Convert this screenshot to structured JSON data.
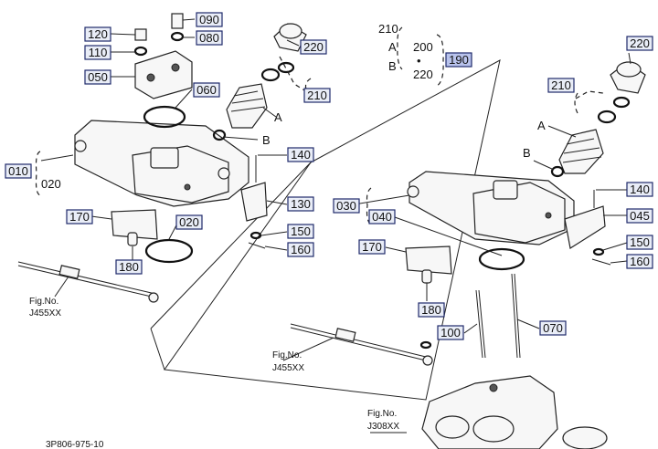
{
  "labels": {
    "p120a": "120",
    "p110a": "110",
    "p050": "050",
    "p090": "090",
    "p080": "080",
    "p060": "060",
    "p220a": "220",
    "p210a": "210",
    "p010": "010",
    "p020a": "020",
    "p020b": "020",
    "p170a": "170",
    "p180a": "180",
    "p140a": "140",
    "p130": "130",
    "p150a": "150",
    "p160a": "160",
    "p210b": "210",
    "p190": "190",
    "p200": "200",
    "p220b": "220",
    "p220c": "220",
    "p210c": "210",
    "p030": "030",
    "p040": "040",
    "p170b": "170",
    "p180b": "180",
    "p100": "100",
    "p070": "070",
    "p140b": "140",
    "p045": "045",
    "p150b": "150",
    "p160b": "160"
  },
  "letters": {
    "A1": "A",
    "B1": "B",
    "A2": "A",
    "B2": "B",
    "legA": "A",
    "legB": "B",
    "dot": "•"
  },
  "figrefs": {
    "left_l1": "Fig.No.",
    "left_l2": "J455XX",
    "mid_l1": "Fig.No.",
    "mid_l2": "J455XX",
    "right_l1": "Fig.No.",
    "right_l2": "J308XX"
  },
  "footer_code": "3P806-975-10"
}
